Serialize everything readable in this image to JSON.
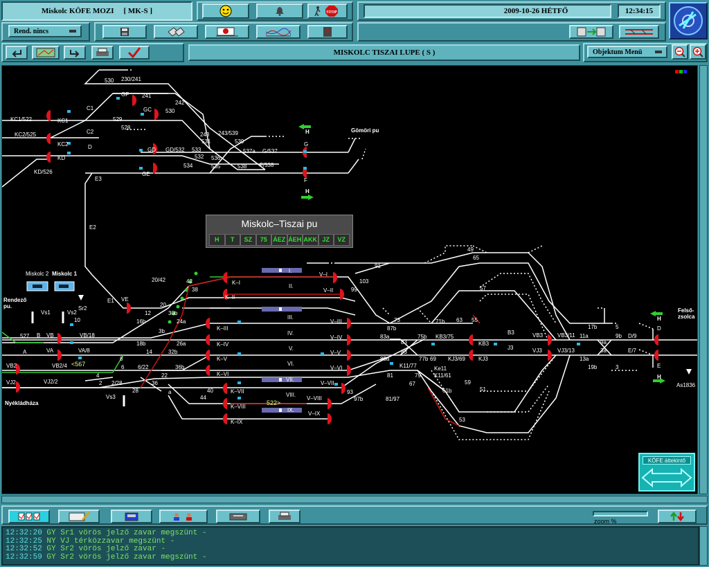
{
  "header": {
    "title": "Miskolc KÖFE MOZI",
    "station_code": "[ MK-S ]",
    "date": "2009-10-26  HÉTFŐ",
    "time": "12:34:15",
    "stop_label": "STOP"
  },
  "toolbar2": {
    "rend_label": "Rend. nincs"
  },
  "toolbar3": {
    "view_title": "MISKOLC TISZAI LUPE ( S )",
    "object_menu": "Objektum Menü"
  },
  "overlay": {
    "title": "Miskolc–Tiszai pu",
    "codes": [
      "H",
      "T",
      "SZ",
      "75",
      "ÁEZ",
      "ÁEH",
      "AKK",
      "JZ",
      "VZ"
    ]
  },
  "map_labels": {
    "gomori": "Gömöri pu",
    "felso": "Felső-\nzsolca",
    "rendezo": "Rendező\npu.",
    "nyekladhaza": "Nyékládháza",
    "miskolc2": "Miskolc 2",
    "miskolc1": "Miskolc 1",
    "as": "As1836",
    "speed": "<567",
    "speed2": "522>",
    "kofe_btn": "KÖFE áttekintő",
    "zoom": "zoom %"
  },
  "tracks_left": [
    "KC1/522",
    "KC2/525",
    "KD/526",
    "C1",
    "C2",
    "D",
    "E3",
    "E2",
    "E1",
    "VE",
    "GF",
    "GC",
    "GD",
    "GE",
    "KC1",
    "KC2",
    "KD",
    "241",
    "242",
    "530",
    "529",
    "528",
    "230/241",
    "530",
    "531",
    "532",
    "533",
    "534",
    "535",
    "536",
    "537a",
    "538",
    "539",
    "243/539",
    "G/537",
    "F/538",
    "GD/532",
    "243"
  ],
  "log": [
    {
      "time": "12:32:20",
      "text": " GY Sr1 vörös jelző zavar megszünt -"
    },
    {
      "time": "12:32:25",
      "text": " NY VJ térközzavar megszünt -"
    },
    {
      "time": "12:32:52",
      "text": " GY Sr2 vörös jelző zavar -"
    },
    {
      "time": "12:32:59",
      "text": " GY Sr2 vörös jelző zavar megszünt -"
    }
  ],
  "colors": {
    "bg": "#3f929d",
    "map": "#000000",
    "signal": "#e0141e",
    "route_green": "#2fd02f",
    "route_red": "#c81414",
    "log_text": "#7fe06a"
  }
}
